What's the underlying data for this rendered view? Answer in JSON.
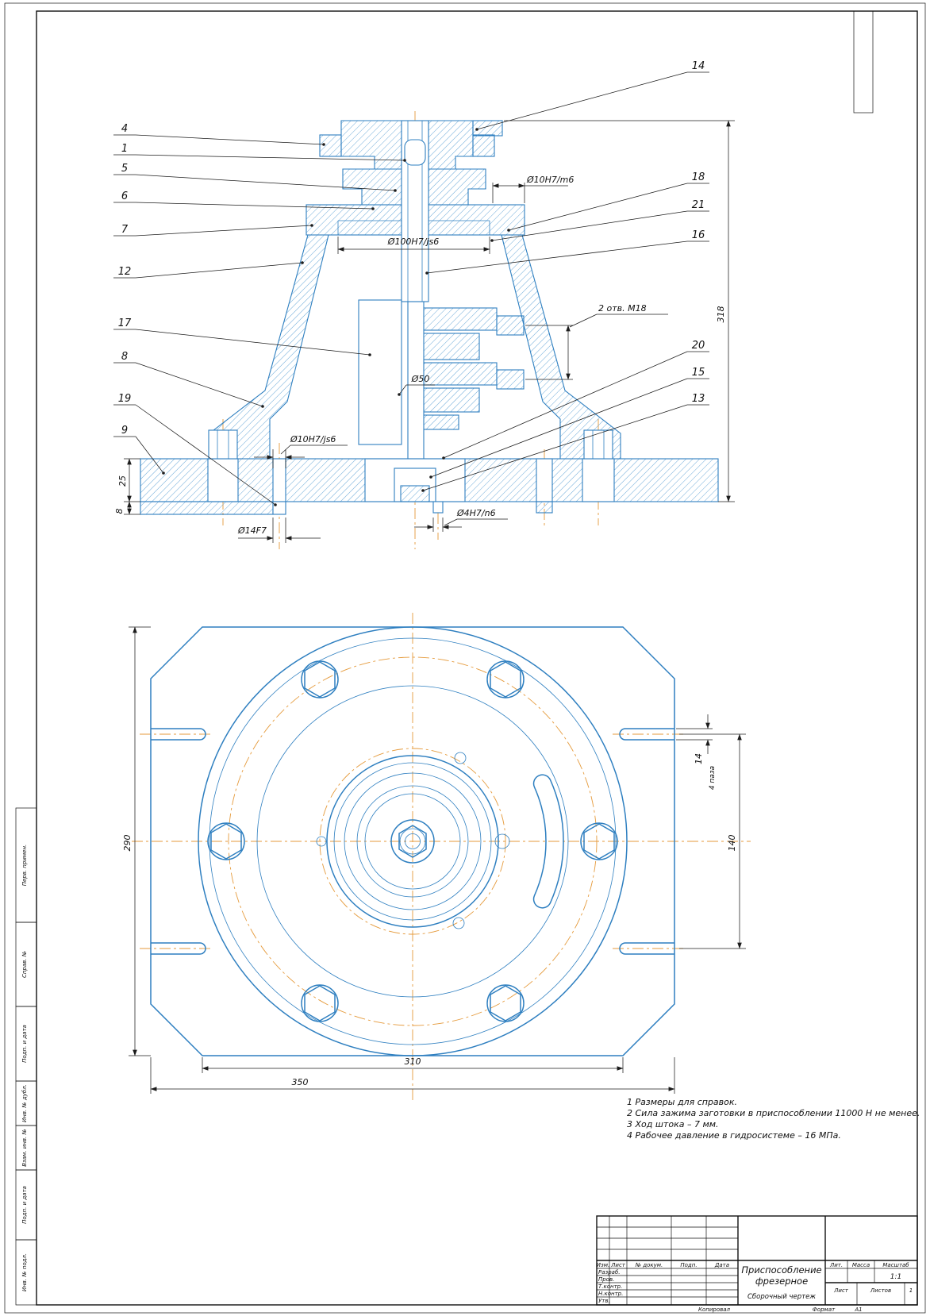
{
  "colors": {
    "drawing_line": "#2e7fc0",
    "centerline": "#e59a3b",
    "dimension": "#1c1c1c"
  },
  "margin_fields": [
    "Перв. примен.",
    "Справ. №",
    "Подп. и дата",
    "Инв. № дубл.",
    "Взам. инв. №",
    "Подп. и дата",
    "Инв. № подл."
  ],
  "balloons_left": [
    "4",
    "1",
    "5",
    "6",
    "7",
    "12",
    "17",
    "8",
    "19",
    "9"
  ],
  "balloons_right": [
    "14",
    "18",
    "21",
    "16",
    "20",
    "15",
    "13"
  ],
  "dims": {
    "section": {
      "boss_fit": "Ø10H7/m6",
      "bore_fit": "Ø100H7/js6",
      "holes": "2 отв. М18",
      "rod": "Ø50",
      "pin_fit": "Ø10H7/js6",
      "pin_dia": "Ø14F7",
      "center_pin_fit": "Ø4H7/n6",
      "overall_height": "318",
      "base_thickness": "25",
      "lip_thickness": "8"
    },
    "plan": {
      "height": "290",
      "width_flat": "310",
      "width_overall": "350",
      "slot_span": "140",
      "slot_width": "14",
      "slots_count": "4 паза"
    }
  },
  "notes": [
    "1 Размеры для справок.",
    "2 Сила зажима заготовки в приспособлении 11000 Н не менее.",
    "3 Ход штока – 7 мм.",
    "4 Рабочее давление в гидросистеме – 16 МПа."
  ],
  "title_block": {
    "header": [
      "Изм.",
      "Лист",
      "№ докум.",
      "Подп.",
      "Дата"
    ],
    "rows": [
      "Разраб.",
      "Пров.",
      "Т.контр.",
      "Н.контр.",
      "Утв."
    ],
    "name_line1": "Приспособление",
    "name_line2": "фрезерное",
    "doc_type": "Сборочный чертеж",
    "lit_label": "Лит.",
    "mass_label": "Масса",
    "scale_label": "Масштаб",
    "scale_value": "1:1",
    "sheet_label": "Лист",
    "sheets_label": "Листов",
    "sheets_value": "1",
    "copied_label": "Копировал",
    "format_label": "Формат",
    "format_value": "А1"
  }
}
